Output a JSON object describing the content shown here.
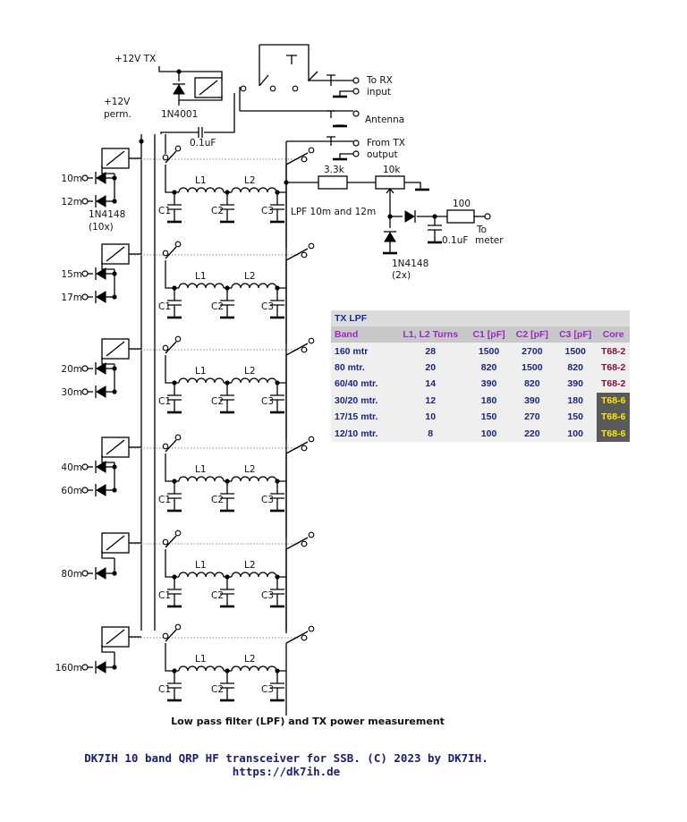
{
  "labels": {
    "v12tx": "+12V TX",
    "v12perm_1": "+12V",
    "v12perm_2": "perm.",
    "d1n4001": "1N4001",
    "cap01": "0.1uF",
    "to_rx_1": "To RX",
    "to_rx_2": "input",
    "antenna": "Antenna",
    "from_tx_1": "From TX",
    "from_tx_2": "output",
    "r33k": "3.3k",
    "r10k": "10k",
    "r100": "100",
    "lpf_10_12": "LPF 10m and 12m",
    "cap01b": "0.1uF",
    "to_meter_1": "To",
    "to_meter_2": "meter",
    "d1n4148_det_1": "1N4148",
    "d1n4148_det_2": "(2x)",
    "d1n4148_sel_1": "1N4148",
    "d1n4148_sel_2": "(10x)",
    "l1": "L1",
    "l2": "L2",
    "c1": "C1",
    "c2": "C2",
    "c3": "C3"
  },
  "band_inputs": [
    [
      "10m",
      "12m"
    ],
    [
      "15m",
      "17m"
    ],
    [
      "20m",
      "30m"
    ],
    [
      "40m",
      "60m"
    ],
    [
      "80m"
    ],
    [
      "160m"
    ]
  ],
  "table": {
    "title": "TX LPF",
    "headers": [
      "Band",
      "L1, L2 Turns",
      "C1 [pF]",
      "C2 [pF]",
      "C3 [pF]",
      "Core"
    ],
    "rows": [
      [
        "160 mtr",
        "28",
        "1500",
        "2700",
        "1500",
        "T68-2"
      ],
      [
        "80 mtr.",
        "20",
        "820",
        "1500",
        "820",
        "T68-2"
      ],
      [
        "60/40 mtr.",
        "14",
        "390",
        "820",
        "390",
        "T68-2"
      ],
      [
        "30/20 mtr.",
        "12",
        "180",
        "390",
        "180",
        "T68-6"
      ],
      [
        "17/15 mtr.",
        "10",
        "150",
        "270",
        "150",
        "T68-6"
      ],
      [
        "12/10 mtr.",
        "8",
        "100",
        "220",
        "100",
        "T68-6"
      ]
    ]
  },
  "caption": "Low pass filter (LPF) and TX power measurement",
  "footer_line1": "DK7IH 10 band QRP HF transceiver for SSB. (C) 2023 by DK7IH.",
  "footer_line2": "https://dk7ih.de"
}
